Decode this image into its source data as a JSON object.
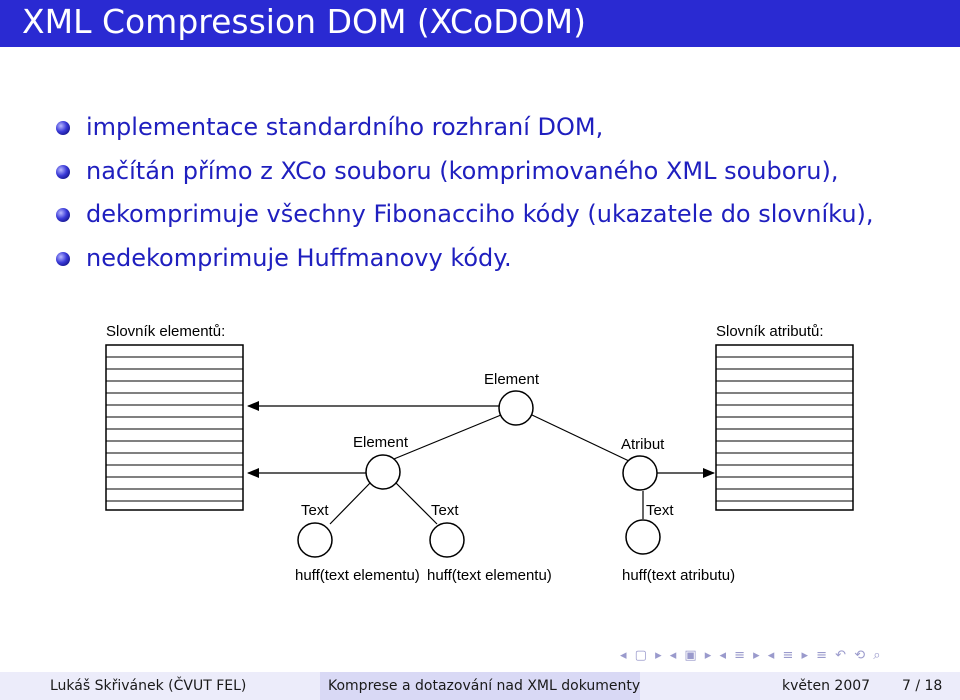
{
  "slide": {
    "title": "XML Compression DOM (XCoDOM)",
    "bullets": [
      "implementace standardního rozhraní DOM,",
      "načítán přímo z XCo souboru (komprimovaného XML souboru),",
      "dekomprimuje všechny Fibonacciho kódy (ukazatele do slovníku),",
      "nedekomprimuje Huffmanovy kódy."
    ]
  },
  "diagram": {
    "element_dict_label": "Slovník elementů:",
    "attribute_dict_label": "Slovník atributů:",
    "root_element_label": "Element",
    "child_element_label": "Element",
    "attribute_label": "Atribut",
    "text_label_1": "Text",
    "text_label_2": "Text",
    "text_label_3": "Text",
    "huff_element_1": "huff(text elementu)",
    "huff_element_2": "huff(text elementu)",
    "huff_attribute": "huff(text atributu)"
  },
  "footer": {
    "author": "Lukáš Skřivánek  (ČVUT FEL)",
    "talk_title": "Komprese a dotazování nad XML dokumenty",
    "date": "květen 2007",
    "page": "7 / 18"
  },
  "colors": {
    "title_bar": "#2a2ad2",
    "bullet_text": "#1f1fbf",
    "footer_light": "#ececfa",
    "footer_dark": "#d9d9f5"
  }
}
